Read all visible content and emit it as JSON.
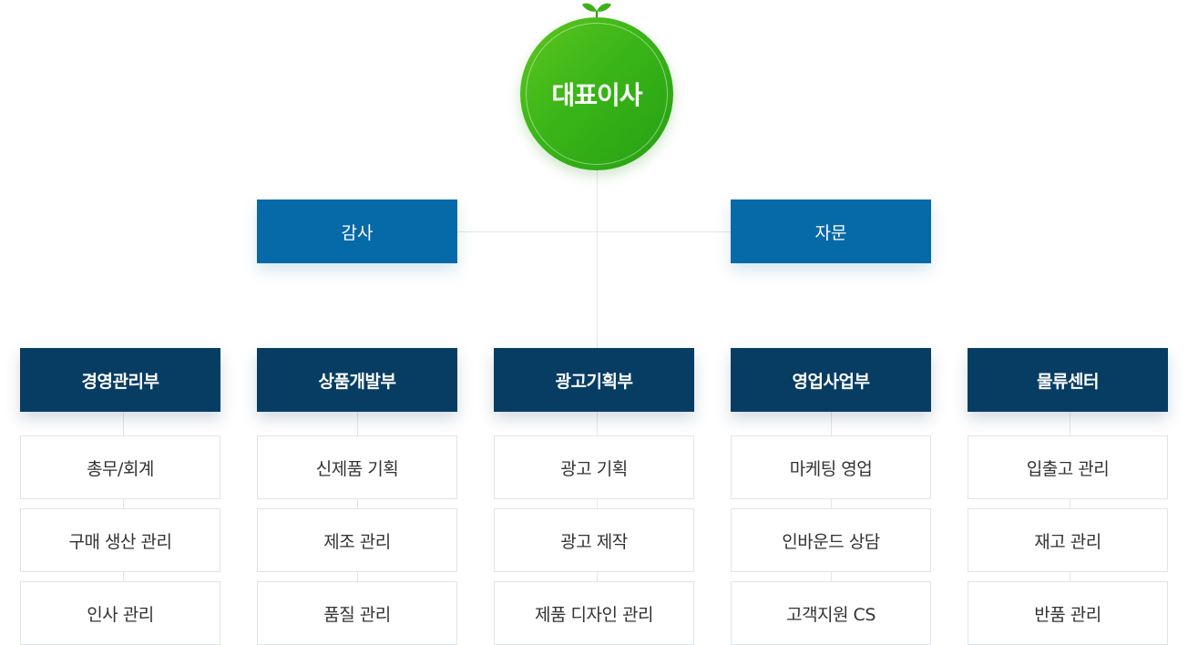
{
  "ceo": {
    "label": "대표이사",
    "color": "#3ab518"
  },
  "advisory": [
    {
      "label": "감사"
    },
    {
      "label": "자문"
    }
  ],
  "departments": [
    {
      "label": "경영관리부",
      "tasks": [
        "총무/회계",
        "구매 생산 관리",
        "인사 관리"
      ]
    },
    {
      "label": "상품개발부",
      "tasks": [
        "신제품 기획",
        "제조 관리",
        "품질 관리"
      ]
    },
    {
      "label": "광고기획부",
      "tasks": [
        "광고 기획",
        "광고 제작",
        "제품 디자인 관리"
      ]
    },
    {
      "label": "영업사업부",
      "tasks": [
        "마케팅 영업",
        "인바운드 상담",
        "고객지원 CS"
      ]
    },
    {
      "label": "물류센터",
      "tasks": [
        "입출고 관리",
        "재고 관리",
        "반품 관리"
      ]
    }
  ],
  "colors": {
    "advisory": "#0669a8",
    "department": "#083d63",
    "task_border": "#e1e4e8",
    "connector": "#e3e6ea"
  }
}
